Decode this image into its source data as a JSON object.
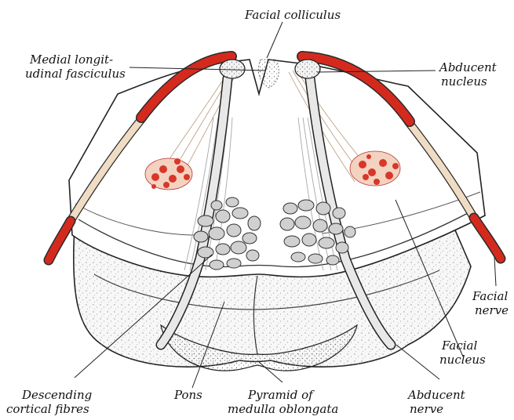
{
  "labels": {
    "facial_colliculus": "Facial colliculus",
    "mlf_line1": "Medial longit-",
    "mlf_line2": "udinal fasciculus",
    "abducent_nucleus_line1": "Abducent",
    "abducent_nucleus_line2": "nucleus",
    "facial_nerve_line1": "Facial",
    "facial_nerve_line2": "nerve",
    "facial_nucleus_line1": "Facial",
    "facial_nucleus_line2": "nucleus",
    "descending_line1": "Descending",
    "descending_line2": "cortical fibres",
    "pons": "Pons",
    "pyramid_line1": "Pyramid of",
    "pyramid_line2": "medulla oblongata",
    "abducent_nerve_line1": "Abducent",
    "abducent_nerve_line2": "nerve"
  },
  "colors": {
    "outline": "#222222",
    "nerve_red": "#d42a1e",
    "nerve_pale": "#f0dcc4",
    "nucleus_red": "#e0483a",
    "fiber_grey": "#bdbdbd",
    "stipple": "#9a9a9a"
  }
}
